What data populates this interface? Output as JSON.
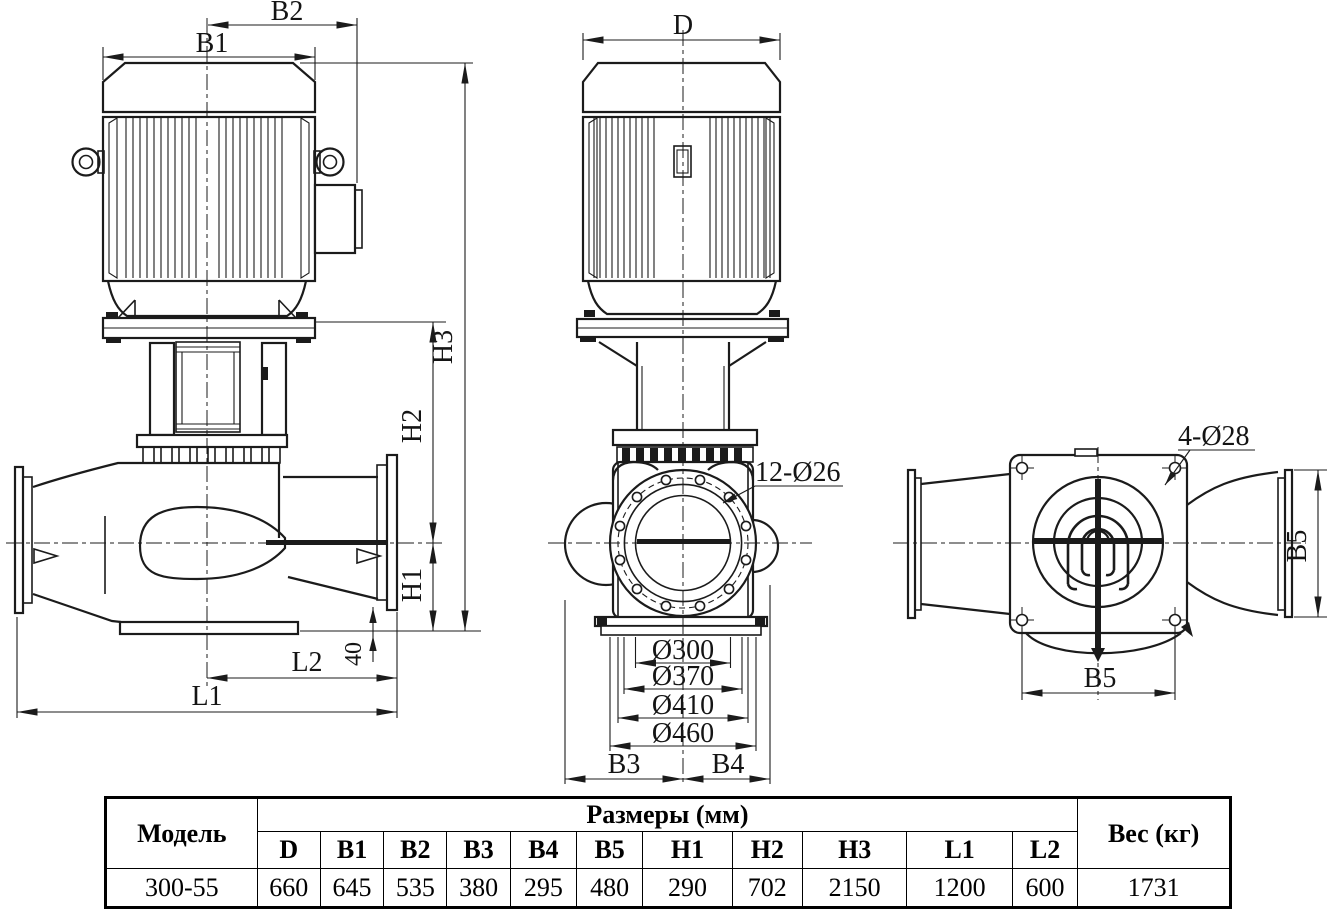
{
  "page": {
    "background": "#ffffff",
    "ink": "#1b1b1b"
  },
  "drawing": {
    "side_view": {
      "b2": "B2",
      "b1": "B1",
      "h3": "H3",
      "h2": "H2",
      "h1": "H1",
      "offset_40": "40",
      "l2": "L2",
      "l1": "L1"
    },
    "front_view": {
      "d": "D",
      "bolt_callout": "12-Ø26",
      "dia_bore": "Ø300",
      "dia_face": "Ø370",
      "dia_bolt_circle": "Ø410",
      "dia_flange": "Ø460",
      "b3": "B3",
      "b4": "B4"
    },
    "top_view": {
      "bolt_callout": "4-Ø28",
      "b5_vertical": "B5",
      "b5_horizontal": "B5"
    }
  },
  "table": {
    "model_header": "Модель",
    "sizes_header": "Размеры (мм)",
    "weight_header": "Вес (кг)",
    "dim_headers": [
      "D",
      "B1",
      "B2",
      "B3",
      "B4",
      "B5",
      "H1",
      "H2",
      "H3",
      "L1",
      "L2"
    ],
    "row": {
      "model": "300-55",
      "dims": [
        "660",
        "645",
        "535",
        "380",
        "295",
        "480",
        "290",
        "702",
        "2150",
        "1200",
        "600"
      ],
      "weight": "1731"
    }
  }
}
